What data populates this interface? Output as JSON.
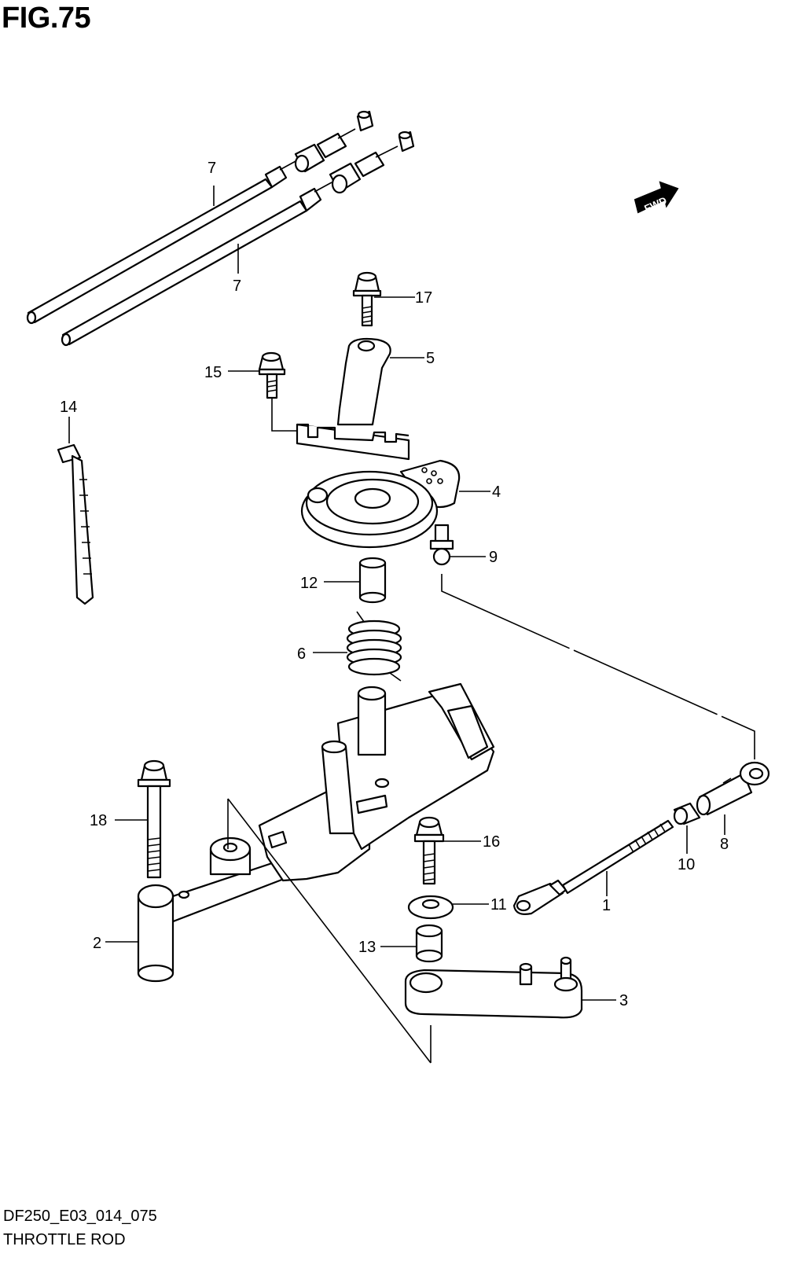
{
  "figure": {
    "title": "FIG.75",
    "code": "DF250_E03_014_075",
    "name": "THROTTLE ROD"
  },
  "direction_badge": {
    "label": "FWD",
    "color": "#000000"
  },
  "callouts": [
    {
      "id": "c7a",
      "label": "7"
    },
    {
      "id": "c7b",
      "label": "7"
    },
    {
      "id": "c17",
      "label": "17"
    },
    {
      "id": "c5",
      "label": "5"
    },
    {
      "id": "c15",
      "label": "15"
    },
    {
      "id": "c14",
      "label": "14"
    },
    {
      "id": "c4",
      "label": "4"
    },
    {
      "id": "c9",
      "label": "9"
    },
    {
      "id": "c12",
      "label": "12"
    },
    {
      "id": "c6",
      "label": "6"
    },
    {
      "id": "c18",
      "label": "18"
    },
    {
      "id": "c16",
      "label": "16"
    },
    {
      "id": "c10",
      "label": "10"
    },
    {
      "id": "c8",
      "label": "8"
    },
    {
      "id": "c1",
      "label": "1"
    },
    {
      "id": "c11",
      "label": "11"
    },
    {
      "id": "c2",
      "label": "2"
    },
    {
      "id": "c13",
      "label": "13"
    },
    {
      "id": "c3",
      "label": "3"
    }
  ]
}
